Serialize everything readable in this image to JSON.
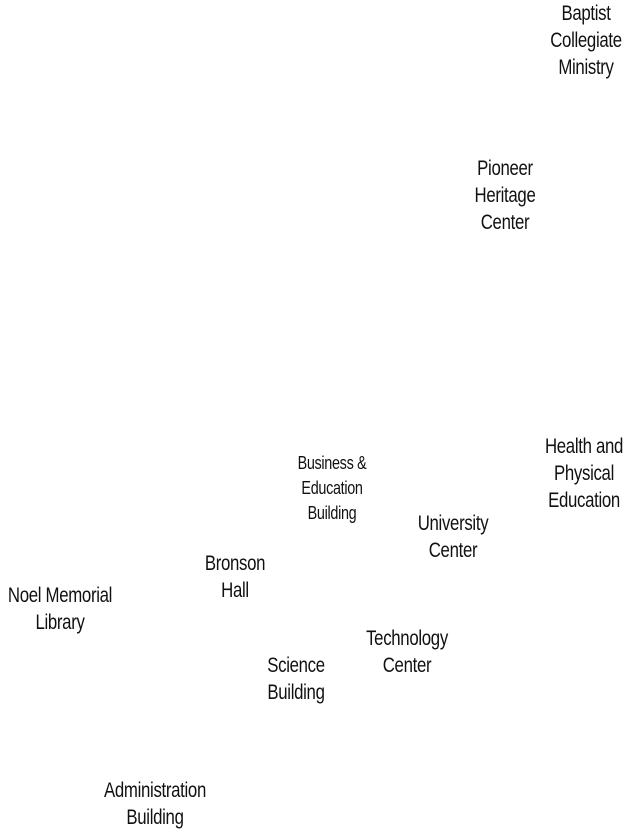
{
  "map": {
    "labels": {
      "baptist_collegiate_ministry": [
        "Baptist",
        "Collegiate",
        "Ministry"
      ],
      "pioneer_heritage_center": [
        "Pioneer",
        "Heritage",
        "Center"
      ],
      "health_and_physical_education": [
        "Health and",
        "Physical",
        "Education"
      ],
      "business_education_building": [
        "Business &",
        "Education",
        "Building"
      ],
      "university_center": [
        "University",
        "Center"
      ],
      "bronson_hall": [
        "Bronson",
        "Hall"
      ],
      "noel_memorial_library": [
        "Noel Memorial",
        "Library"
      ],
      "technology_center": [
        "Technology",
        "Center"
      ],
      "science_building": [
        "Science",
        "Building"
      ],
      "administration_building": [
        "Administration",
        "Building"
      ]
    }
  }
}
